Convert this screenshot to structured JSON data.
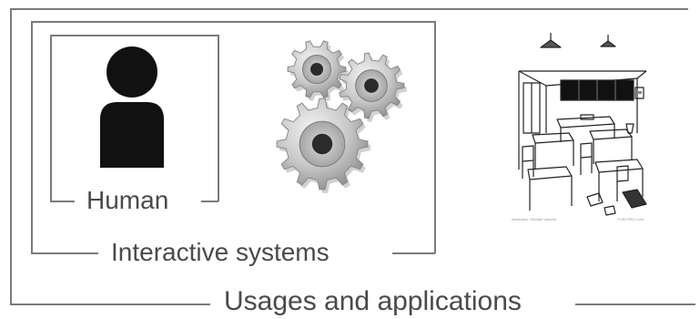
{
  "outer_box": {
    "label": "Usages and applications"
  },
  "interactive_box": {
    "label": "Interactive systems"
  },
  "human_box": {
    "label": "Human"
  },
  "icons": {
    "human": "person-icon",
    "systems": "gears-icon",
    "context": "classroom-illustration"
  },
  "illustration_caption": {
    "left": "Illustration: Michael Valveso",
    "right": "©VEKTRIG.com"
  },
  "colors": {
    "frame": "#7a7a7a",
    "label": "#4a4a4a",
    "person": "#111111",
    "gear": "#bdbdbd"
  }
}
